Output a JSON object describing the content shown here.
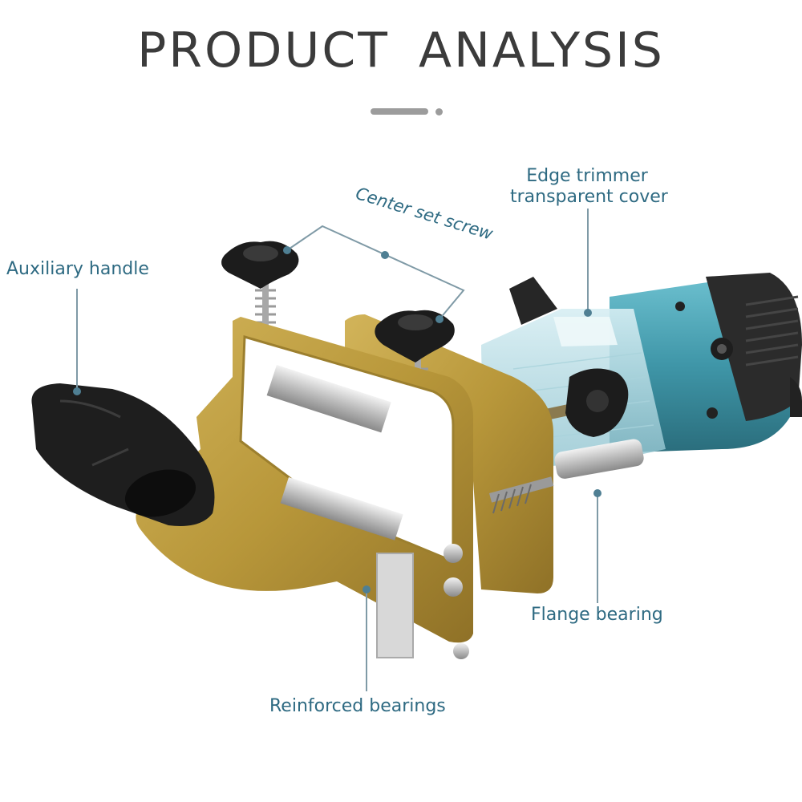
{
  "title": "PRODUCT  ANALYSIS",
  "labels": {
    "auxiliary_handle": "Auxiliary handle",
    "center_set_screw": "Center set screw",
    "edge_trimmer_line1": "Edge trimmer",
    "edge_trimmer_line2": "transparent cover",
    "flange_bearing": "Flange bearing",
    "reinforced_bearings": "Reinforced bearings"
  },
  "colors": {
    "label_text": "#2e6a82",
    "callout_line": "#7f9aa6",
    "title_text": "#3b3b3b",
    "bracket_gold": "#b8973a",
    "trimmer_teal": "#3f96a8"
  }
}
